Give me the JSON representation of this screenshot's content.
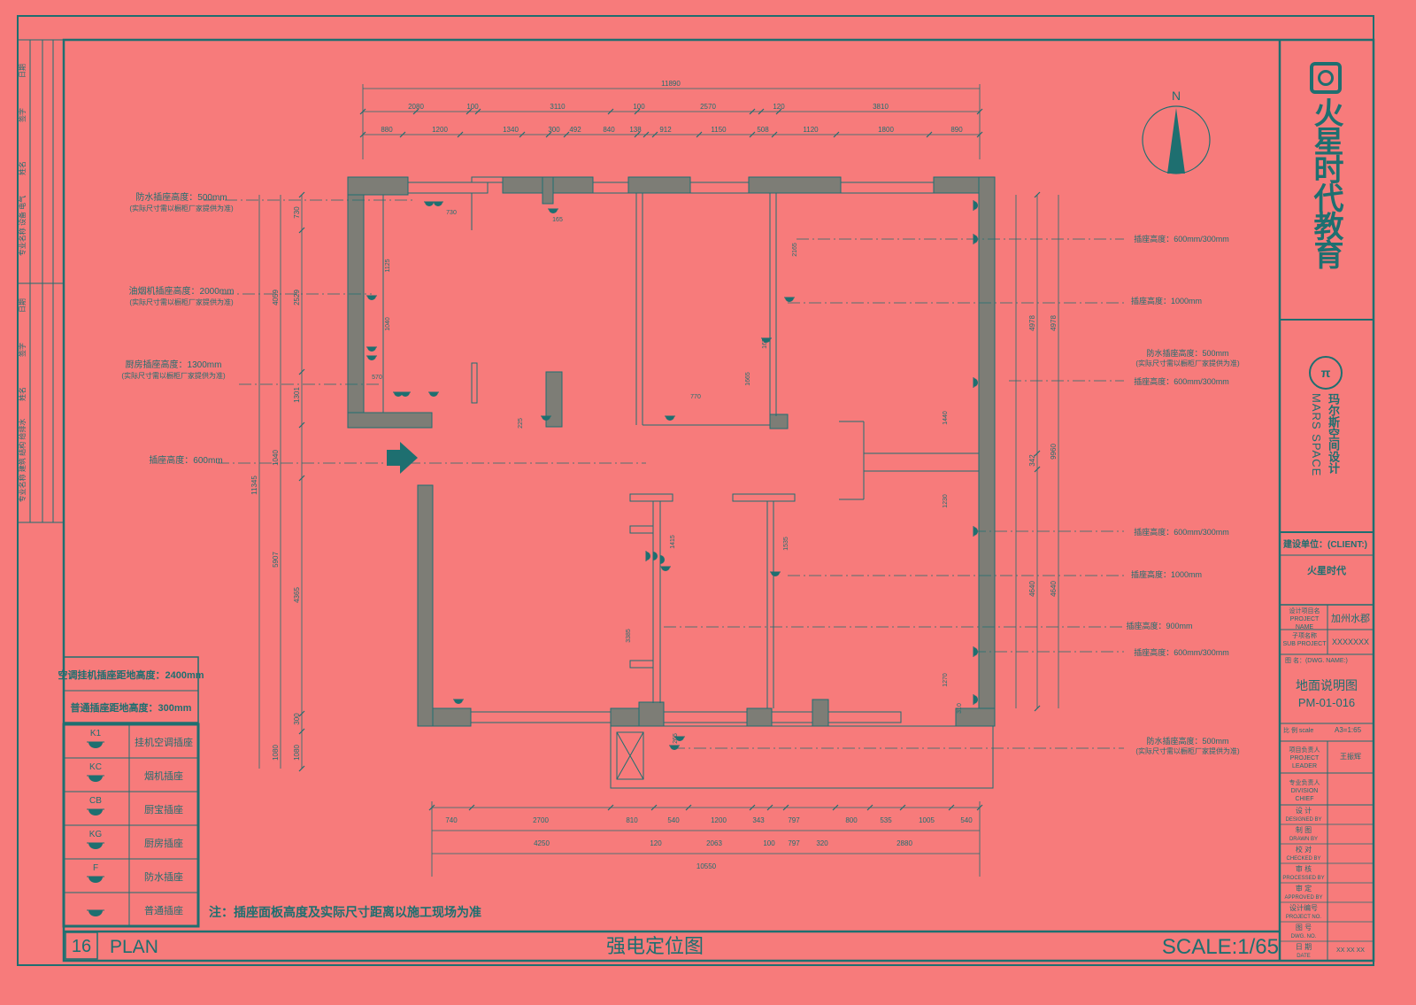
{
  "brand": {
    "logo_text": "火星时代教育",
    "partner_icon": "mars-space-logo-icon",
    "partner_en": "MARS SPACE",
    "partner_cn": "玛尔斯空间设计"
  },
  "title_block": {
    "client_label": "建设单位：(CLIENT:)",
    "client_value": "火星时代",
    "project_label_cn": "设计项目名",
    "project_label_en": "PROJECT NAME",
    "project_value": "加州水郡",
    "sub_label_cn": "子项名称",
    "sub_label_en": "SUB PROJECT",
    "sub_value": "XXXXXXX",
    "drawing_label": "图 名：(DWG. NAME:)",
    "drawing_name": "地面说明图",
    "drawing_no": "PM-01-016",
    "scale_label": "比 例 scale",
    "scale_value": "A3=1:65",
    "leader_label_cn": "项目负责人",
    "leader_label_en": "PROJECT LEADER",
    "leader_value": "王振辉",
    "chief_label_cn": "专业负责人",
    "chief_label_en": "DIVISION CHIEF",
    "rows": [
      {
        "cn": "设 计",
        "en": "DESIGNED BY"
      },
      {
        "cn": "制 图",
        "en": "DRAWN BY"
      },
      {
        "cn": "校 对",
        "en": "CHECKED BY"
      },
      {
        "cn": "审 核",
        "en": "PROCESSED BY"
      },
      {
        "cn": "审 定",
        "en": "APPROVED BY"
      },
      {
        "cn": "设计编号",
        "en": "PROJECT NO."
      },
      {
        "cn": "图 号",
        "en": "DWG. NO."
      },
      {
        "cn": "日 期",
        "en": "DATE"
      }
    ],
    "date_value": "XX XX XX"
  },
  "left_strip": [
    "日期",
    "签字",
    "姓名",
    "专业名称 设备 电气",
    "日期",
    "签字",
    "姓名",
    "专业名称 建筑 结构 给排水"
  ],
  "footer": {
    "number": "16",
    "plan": "PLAN",
    "title": "强电定位图",
    "scale": "SCALE:1/65"
  },
  "note": "注：插座面板高度及实际尺寸距离以施工现场为准",
  "north_label": "N",
  "legend": {
    "top_notes": [
      "空调挂机插座距地高度：2400mm",
      "普通插座距地高度：300mm"
    ],
    "items": [
      {
        "code": "K1",
        "label": "挂机空调插座",
        "icon": "ac-socket-icon"
      },
      {
        "code": "KC",
        "label": "烟机插座",
        "icon": "hood-socket-icon"
      },
      {
        "code": "CB",
        "label": "厨宝插座",
        "icon": "water-heater-socket-icon"
      },
      {
        "code": "KG",
        "label": "厨房插座",
        "icon": "kitchen-socket-icon"
      },
      {
        "code": "F",
        "label": "防水插座",
        "icon": "waterproof-socket-icon"
      },
      {
        "code": "",
        "label": "普通插座",
        "icon": "socket-icon"
      }
    ]
  },
  "annotations_left": [
    {
      "title": "防水插座高度：500mm",
      "sub": "(实际尺寸需以橱柜厂家提供为准)"
    },
    {
      "title": "油烟机插座高度：2000mm",
      "sub": "(实际尺寸需以橱柜厂家提供为准)"
    },
    {
      "title": "厨房插座高度：1300mm",
      "sub": "(实际尺寸需以橱柜厂家提供为准)"
    },
    {
      "title": "插座高度：600mm",
      "sub": ""
    }
  ],
  "annotations_right": [
    {
      "title": "插座高度：600mm/300mm",
      "sub": ""
    },
    {
      "title": "插座高度：1000mm",
      "sub": ""
    },
    {
      "title": "防水插座高度：500mm",
      "sub": "(实际尺寸需以橱柜厂家提供为准)"
    },
    {
      "title": "插座高度：600mm/300mm",
      "sub": ""
    },
    {
      "title": "插座高度：600mm/300mm",
      "sub": ""
    },
    {
      "title": "插座高度：1000mm",
      "sub": ""
    },
    {
      "title": "插座高度：900mm",
      "sub": ""
    },
    {
      "title": "插座高度：600mm/300mm",
      "sub": ""
    },
    {
      "title": "防水插座高度：500mm",
      "sub": "(实际尺寸需以橱柜厂家提供为准)"
    }
  ],
  "dimensions": {
    "top_total": "11890",
    "top_mid": [
      "2080",
      "100",
      "3110",
      "100",
      "2570",
      "120",
      "3810"
    ],
    "top_fine": [
      "880",
      "1200",
      "1340",
      "300",
      "492",
      "840",
      "138",
      "912",
      "1150",
      "508",
      "1120",
      "1800",
      "890"
    ],
    "bottom_fine": [
      "740",
      "2700",
      "810",
      "540",
      "1200",
      "343",
      "797",
      "800",
      "535",
      "1005",
      "540"
    ],
    "bottom_mid": [
      "4250",
      "120",
      "2063",
      "100",
      "797",
      "320",
      "2880"
    ],
    "bottom_total": "10550",
    "left_total": "11345",
    "left_mid": [
      "4059",
      "1040",
      "5907",
      "1080"
    ],
    "left_fine": [
      "730",
      "2529",
      "1301",
      "4365",
      "300",
      "1080"
    ],
    "right_total": "9960",
    "right_mid": [
      "4978",
      "342",
      "4640"
    ],
    "right_fine": [
      "4978",
      "4640"
    ],
    "inner": [
      "730",
      "165",
      "1125",
      "1040",
      "570",
      "225",
      "770",
      "2165",
      "1665",
      "165",
      "1440",
      "1230",
      "1415",
      "1535",
      "3385",
      "1270",
      "310",
      "265"
    ]
  }
}
